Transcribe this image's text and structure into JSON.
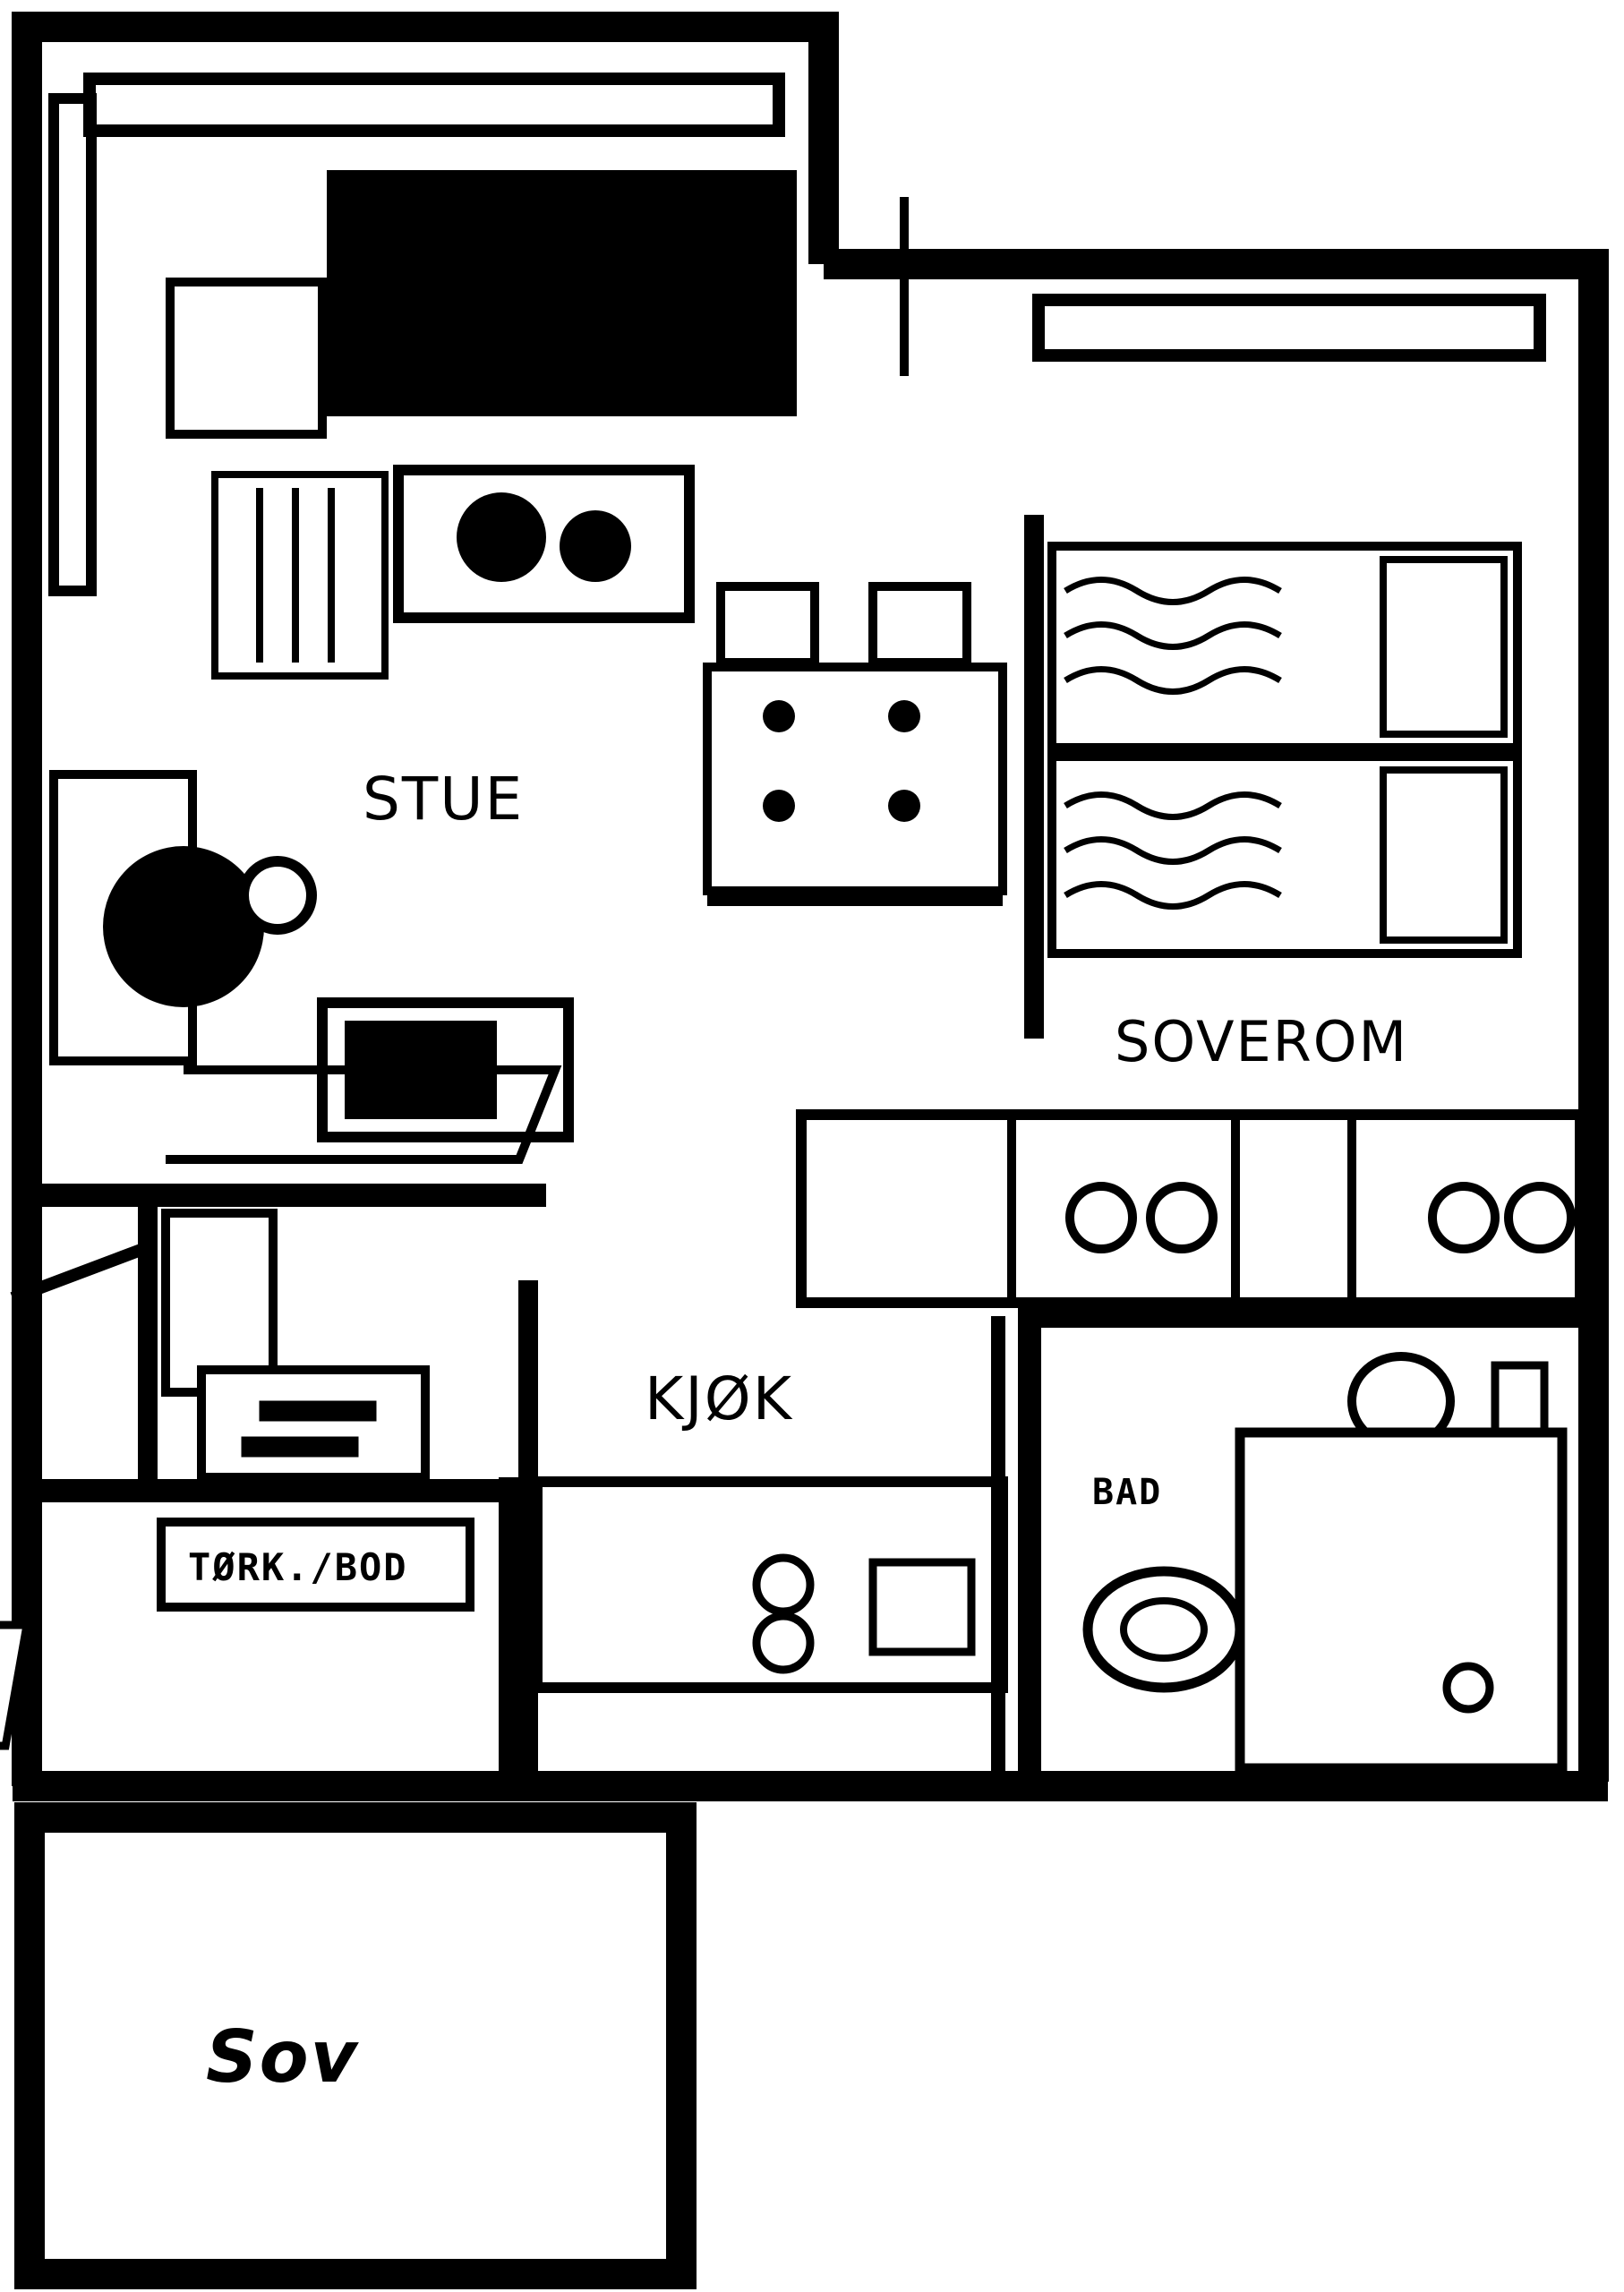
{
  "plan": {
    "rooms": {
      "stue": "STUE",
      "soverom": "SOVEROM",
      "kjokken": "KJØK",
      "tork_bod": "TØRK./BOD",
      "bad": "BAD",
      "sov": "Sov"
    }
  },
  "colors": {
    "ink": "#000000",
    "paper": "#ffffff"
  }
}
